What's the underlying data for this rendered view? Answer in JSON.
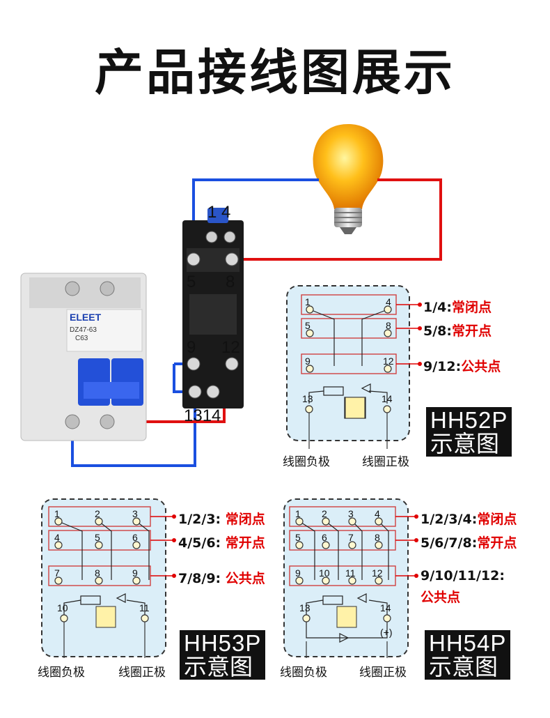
{
  "title": "产品接线图展示",
  "main_diagram": {
    "breaker_brand": "ELEET",
    "breaker_model": "DZ47-63",
    "breaker_rating": "C63",
    "terminal_labels": {
      "top": "1 4",
      "a": "5",
      "b": "8",
      "c": "9",
      "d": "12",
      "bottom": "1314"
    }
  },
  "hh52p": {
    "badge_model": "HH52P",
    "badge_sub": "示意图",
    "pins": [
      "1",
      "4",
      "5",
      "8",
      "9",
      "12",
      "13",
      "14"
    ],
    "callouts": [
      {
        "key": "1/4:",
        "value": "常闭点"
      },
      {
        "key": "5/8:",
        "value": "常开点"
      },
      {
        "key": "9/12:",
        "value": "公共点"
      }
    ],
    "coil_negative": "线圈负极",
    "coil_positive": "线圈正极"
  },
  "hh53p": {
    "badge_model": "HH53P",
    "badge_sub": "示意图",
    "pins": [
      "1",
      "2",
      "3",
      "4",
      "5",
      "6",
      "7",
      "8",
      "9",
      "10",
      "11"
    ],
    "callouts": [
      {
        "key": "1/2/3: ",
        "value": "常闭点"
      },
      {
        "key": "4/5/6: ",
        "value": "常开点"
      },
      {
        "key": "7/8/9: ",
        "value": "公共点"
      }
    ],
    "coil_negative": "线圈负极",
    "coil_positive": "线圈正极"
  },
  "hh54p": {
    "badge_model": "HH54P",
    "badge_sub": "示意图",
    "pins": [
      "1",
      "2",
      "3",
      "4",
      "5",
      "6",
      "7",
      "8",
      "9",
      "10",
      "11",
      "12",
      "13",
      "14"
    ],
    "plus_mark": "(+)",
    "callouts": [
      {
        "key": "1/2/3/4:",
        "value": "常闭点"
      },
      {
        "key": "5/6/7/8:",
        "value": "常开点"
      },
      {
        "key": "9/10/11/12:",
        "value": "公共点"
      }
    ],
    "coil_negative": "线圈负极",
    "coil_positive": "线圈正极"
  },
  "colors": {
    "wire_red": "#e01010",
    "wire_blue": "#1a4fe0",
    "panel_fill": "#dbeef8",
    "callout_red": "#e00000"
  }
}
